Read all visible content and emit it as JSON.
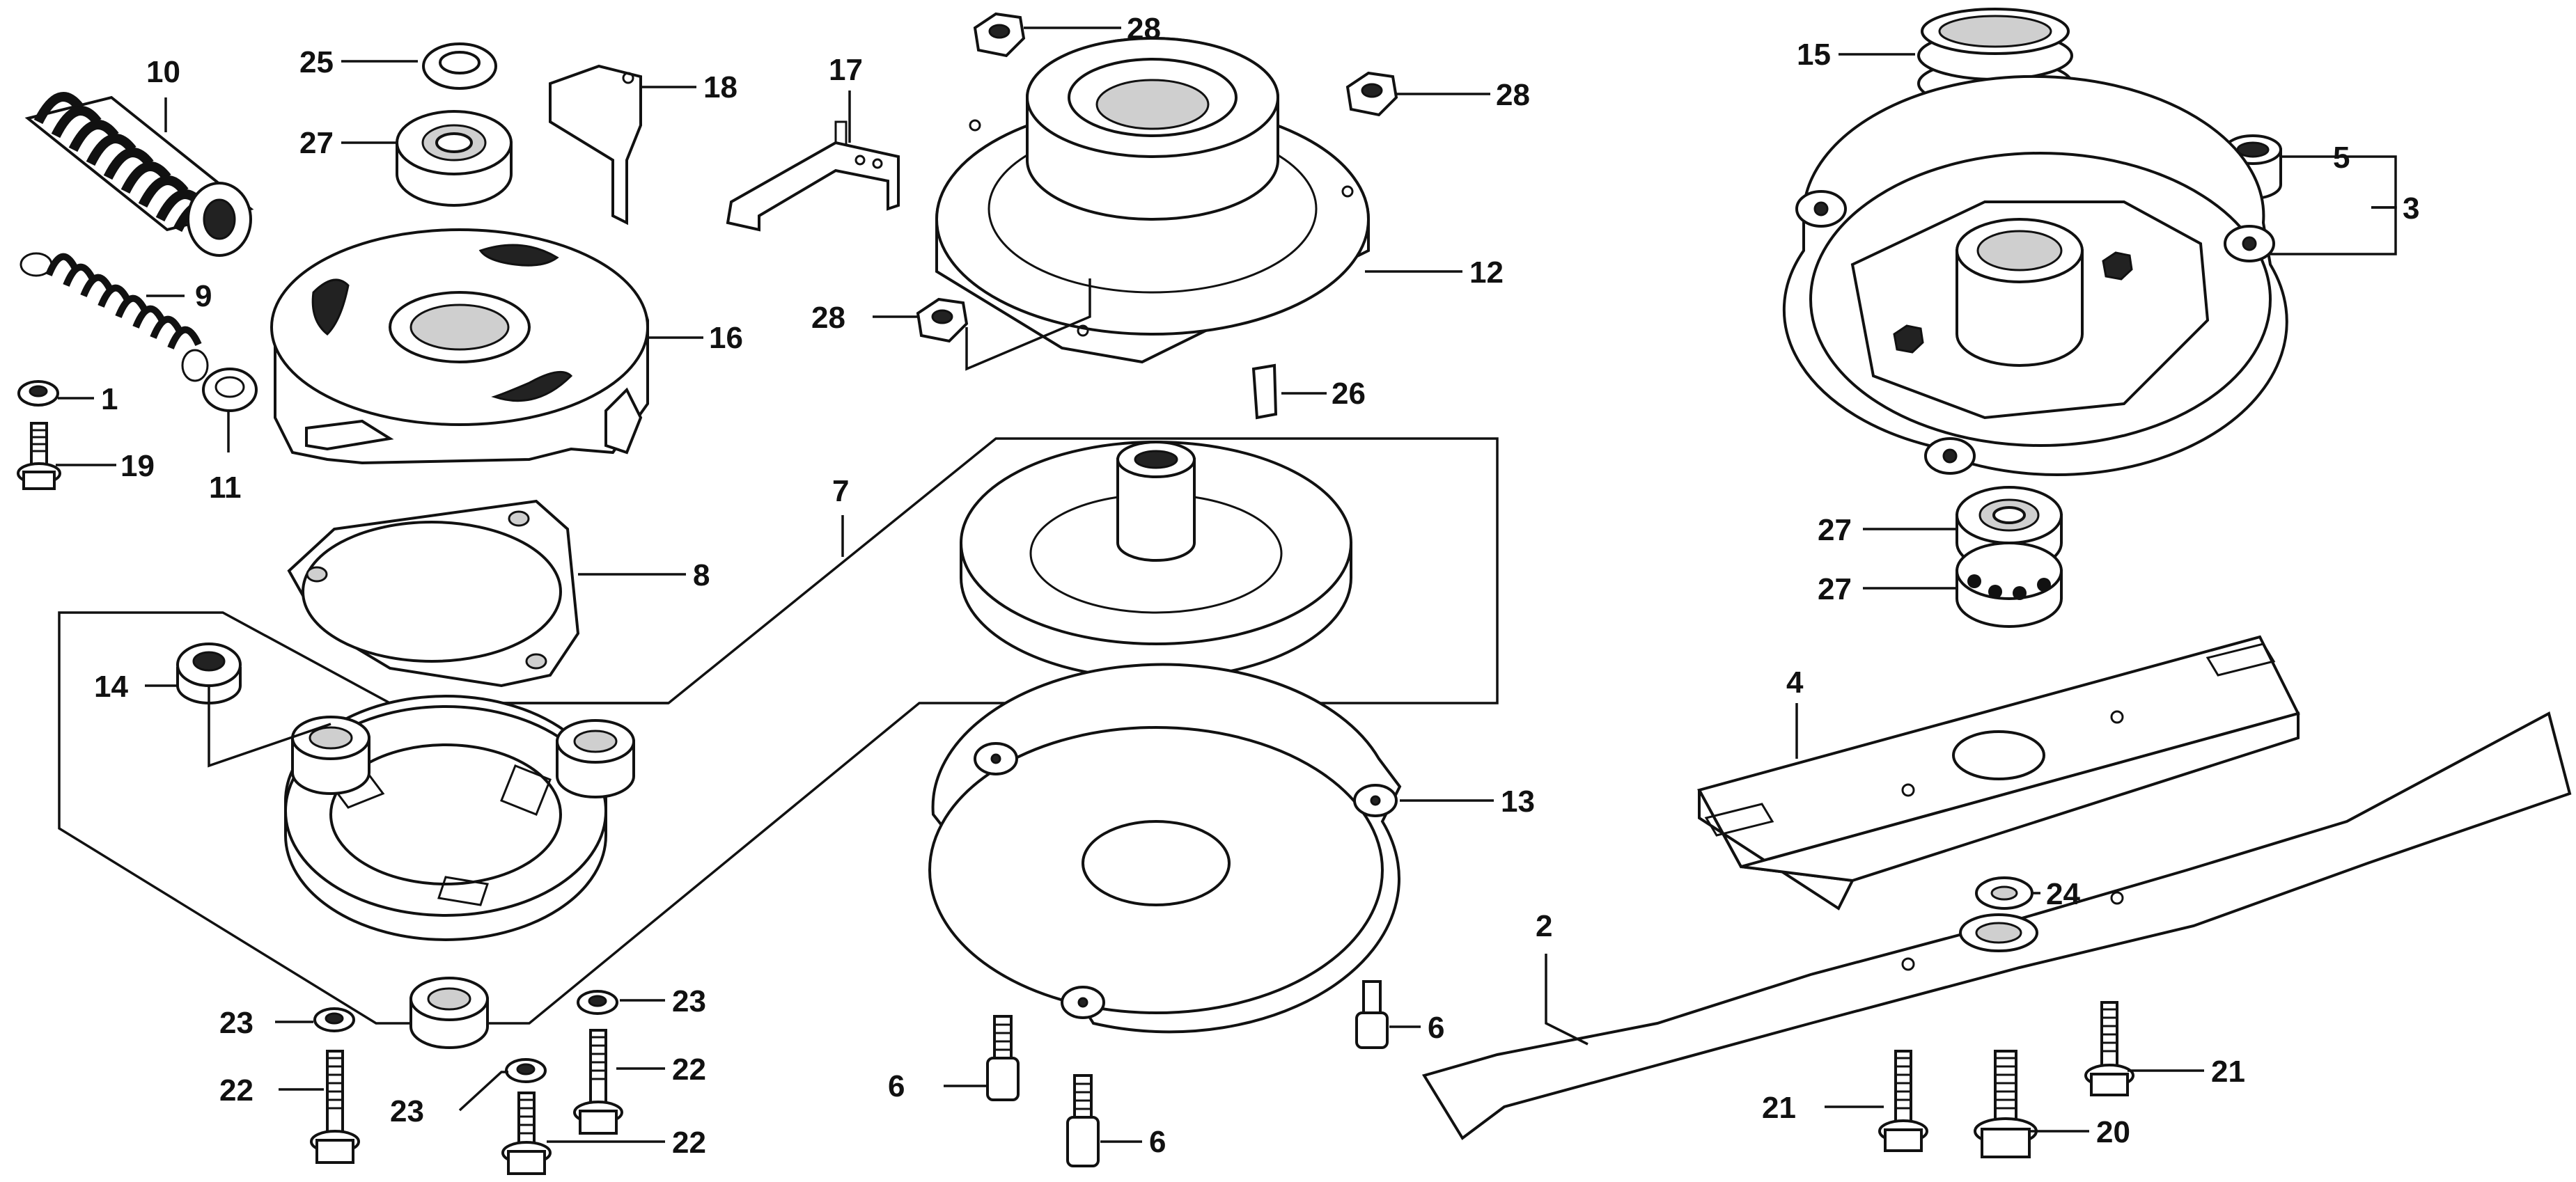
{
  "diagram": {
    "callouts": [
      {
        "id": "c10",
        "num": "10"
      },
      {
        "id": "c25",
        "num": "25"
      },
      {
        "id": "c27a",
        "num": "27"
      },
      {
        "id": "c18",
        "num": "18"
      },
      {
        "id": "c17",
        "num": "17"
      },
      {
        "id": "c28a",
        "num": "28"
      },
      {
        "id": "c28b",
        "num": "28"
      },
      {
        "id": "c28c",
        "num": "28"
      },
      {
        "id": "c12",
        "num": "12"
      },
      {
        "id": "c16",
        "num": "16"
      },
      {
        "id": "c9",
        "num": "9"
      },
      {
        "id": "c1",
        "num": "1"
      },
      {
        "id": "c19",
        "num": "19"
      },
      {
        "id": "c11",
        "num": "11"
      },
      {
        "id": "c26",
        "num": "26"
      },
      {
        "id": "c7",
        "num": "7"
      },
      {
        "id": "c8",
        "num": "8"
      },
      {
        "id": "c14",
        "num": "14"
      },
      {
        "id": "c15",
        "num": "15"
      },
      {
        "id": "c5",
        "num": "5"
      },
      {
        "id": "c3",
        "num": "3"
      },
      {
        "id": "c27b",
        "num": "27"
      },
      {
        "id": "c27c",
        "num": "27"
      },
      {
        "id": "c4",
        "num": "4"
      },
      {
        "id": "c13",
        "num": "13"
      },
      {
        "id": "c24",
        "num": "24"
      },
      {
        "id": "c2",
        "num": "2"
      },
      {
        "id": "c6a",
        "num": "6"
      },
      {
        "id": "c6b",
        "num": "6"
      },
      {
        "id": "c6c",
        "num": "6"
      },
      {
        "id": "c23a",
        "num": "23"
      },
      {
        "id": "c23b",
        "num": "23"
      },
      {
        "id": "c23c",
        "num": "23"
      },
      {
        "id": "c22a",
        "num": "22"
      },
      {
        "id": "c22b",
        "num": "22"
      },
      {
        "id": "c22c",
        "num": "22"
      },
      {
        "id": "c21a",
        "num": "21"
      },
      {
        "id": "c21b",
        "num": "21"
      },
      {
        "id": "c20",
        "num": "20"
      }
    ]
  }
}
